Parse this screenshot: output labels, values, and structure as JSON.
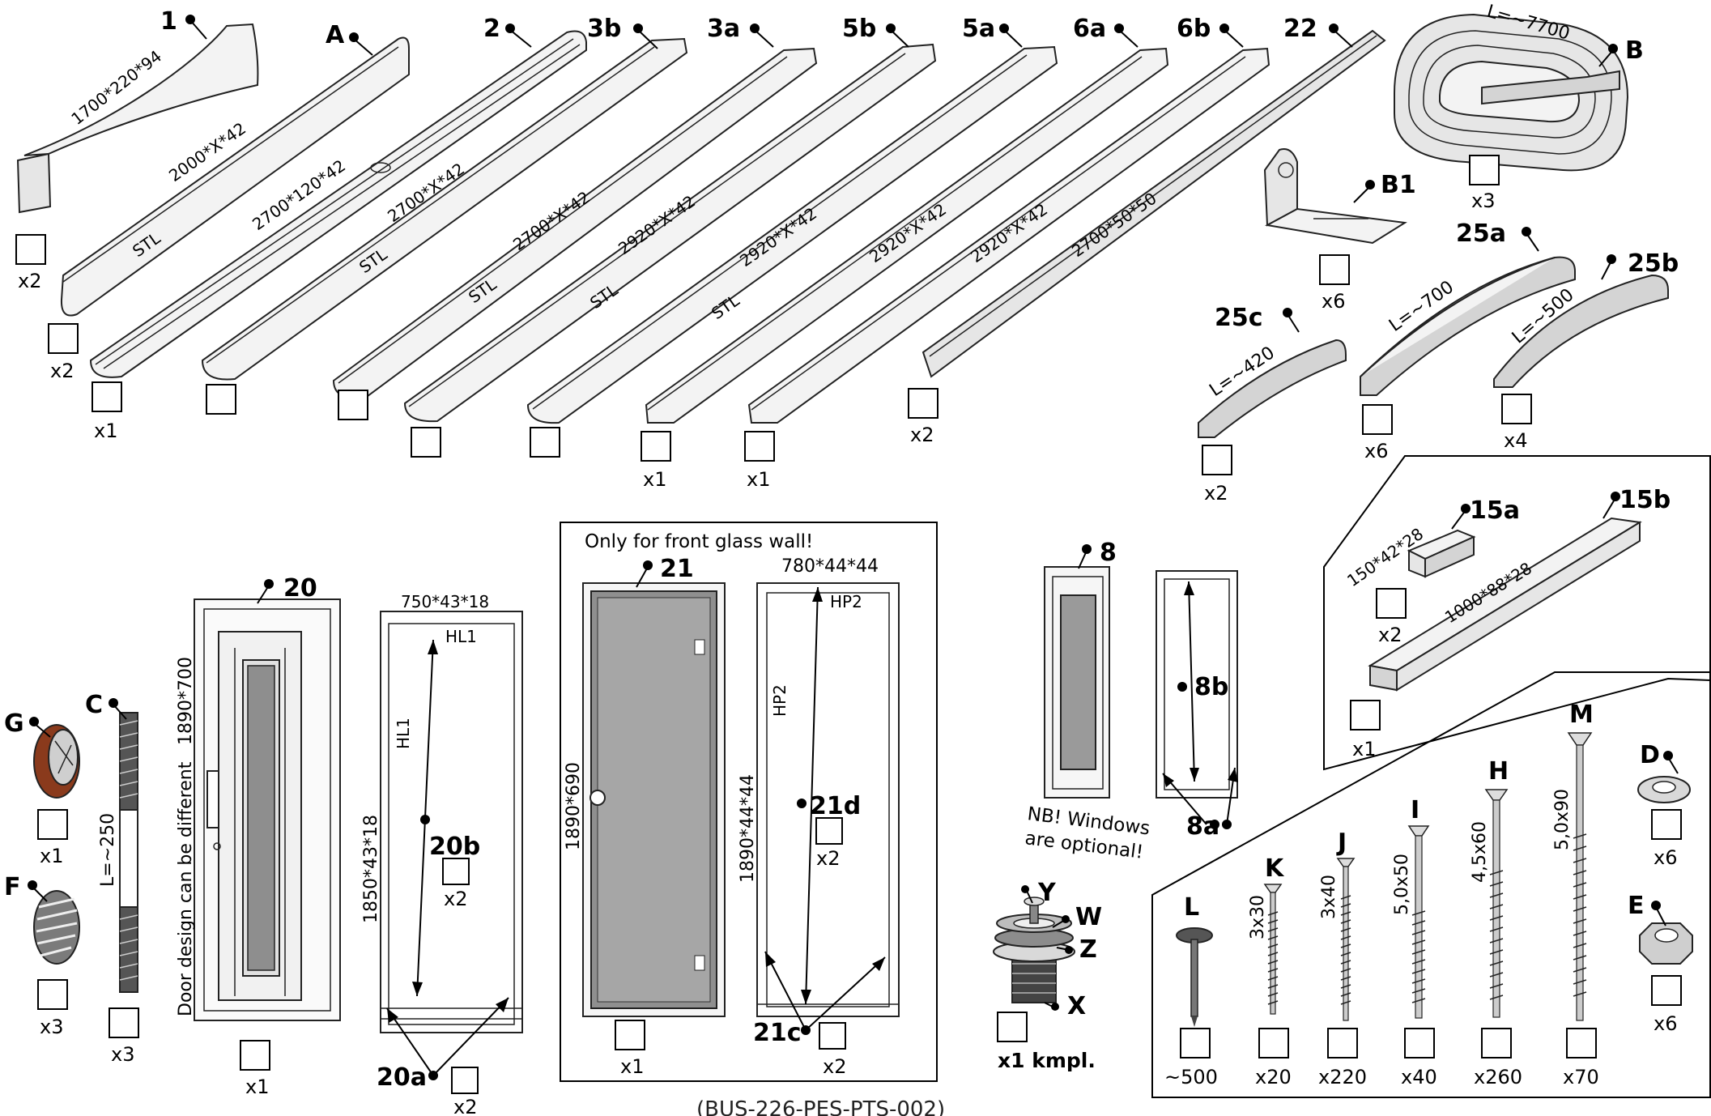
{
  "drawing_ref": "(BUS-226-PES-PTS-002)",
  "parts": {
    "p1": {
      "label": "1",
      "dims": "1700*220*94",
      "qty": "x2"
    },
    "pA": {
      "label": "A",
      "dims": "2000*X*42",
      "mark": "STL",
      "qty": "x2"
    },
    "p2": {
      "label": "2",
      "dims": "2700*120*42",
      "qty": "x1"
    },
    "p3b": {
      "label": "3b",
      "dims": "2700*X*42",
      "mark": "STL"
    },
    "p3a": {
      "label": "3a",
      "dims": "2700*X*42",
      "mark": "STL"
    },
    "p5b": {
      "label": "5b",
      "dims": "2920*X*42",
      "mark": "STL"
    },
    "p5a": {
      "label": "5a",
      "dims": "2920*X*42",
      "mark": "STL"
    },
    "p6a": {
      "label": "6a",
      "dims": "2920*X*42",
      "qty": "x1"
    },
    "p6b": {
      "label": "6b",
      "dims": "2920*X*42",
      "qty": "x1"
    },
    "p22": {
      "label": "22",
      "dims": "2700*50*50",
      "qty": "x2"
    },
    "pB": {
      "label": "B",
      "dims": "L=~7700",
      "qty": "x3"
    },
    "pB1": {
      "label": "B1",
      "qty": "x6"
    },
    "p25a": {
      "label": "25a",
      "dims": "L=~700",
      "qty": "x6"
    },
    "p25b": {
      "label": "25b",
      "dims": "L=~500",
      "qty": "x4"
    },
    "p25c": {
      "label": "25c",
      "dims": "L=~420",
      "qty": "x2"
    },
    "p15a": {
      "label": "15a",
      "dims": "150*42*28",
      "qty": "x2"
    },
    "p15b": {
      "label": "15b",
      "dims": "1000*88*28",
      "qty": "x1"
    },
    "p20": {
      "label": "20",
      "dims": "1890*700",
      "note": "Door design can be different",
      "qty": "x1"
    },
    "p20a": {
      "label": "20a",
      "qty": "x2"
    },
    "p20b": {
      "label": "20b",
      "qty": "x2"
    },
    "p20frame": {
      "dims_top": "750*43*18",
      "top_mark": "HL1",
      "side_mark": "HL1",
      "dims_side": "1850*43*18"
    },
    "front_glass_note": "Only for front glass wall!",
    "p21": {
      "label": "21",
      "dims": "1890*690",
      "qty": "x1"
    },
    "p21frame": {
      "dims_top": "780*44*44",
      "top_mark": "HP2",
      "side_mark": "HP2",
      "dims_side": "1890*44*44"
    },
    "p21c": {
      "label": "21c",
      "qty": "x2"
    },
    "p21d": {
      "label": "21d",
      "qty": "x2"
    },
    "p8": {
      "label": "8"
    },
    "p8a": {
      "label": "8a"
    },
    "p8b": {
      "label": "8b"
    },
    "windows_note_1": "NB! Windows",
    "windows_note_2": "are optional!",
    "pG": {
      "label": "G",
      "qty": "x1"
    },
    "pF": {
      "label": "F",
      "qty": "x3"
    },
    "pC": {
      "label": "C",
      "dims": "L=~250",
      "qty": "x3"
    },
    "drain": {
      "labels": [
        "Y",
        "W",
        "Z",
        "X"
      ],
      "qty": "x1 kmpl."
    },
    "fasteners": [
      {
        "label": "L",
        "size": "",
        "qty": "~500"
      },
      {
        "label": "K",
        "size": "3x30",
        "qty": "x20"
      },
      {
        "label": "J",
        "size": "3x40",
        "qty": "x220"
      },
      {
        "label": "I",
        "size": "5,0x50",
        "qty": "x40"
      },
      {
        "label": "H",
        "size": "4,5x60",
        "qty": "x260"
      },
      {
        "label": "M",
        "size": "5,0x90",
        "qty": "x70"
      }
    ],
    "pD": {
      "label": "D",
      "qty": "x6"
    },
    "pE": {
      "label": "E",
      "qty": "x6"
    }
  }
}
